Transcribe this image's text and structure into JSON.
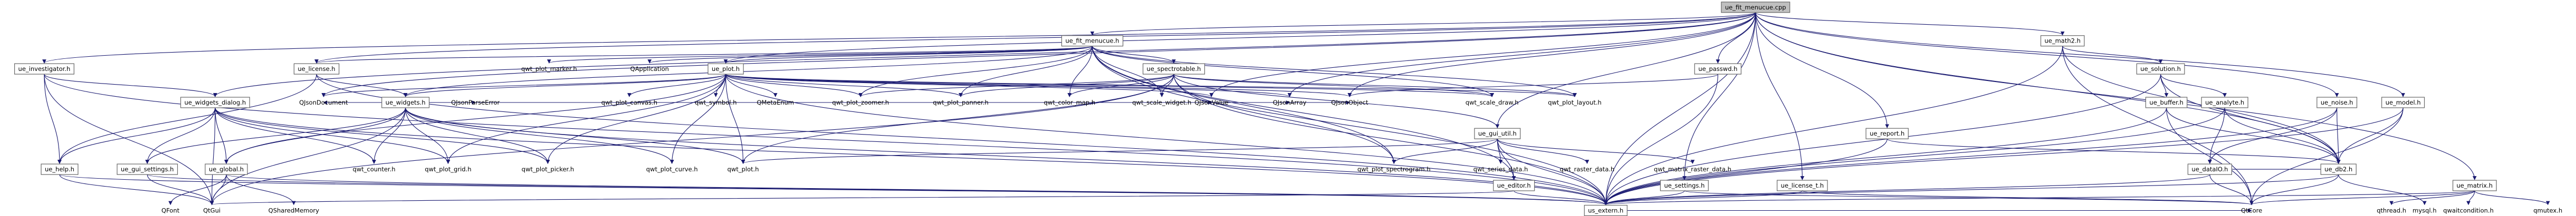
{
  "diagram": {
    "kind": "include-dependency-graph",
    "colors": {
      "root_fill": "#bfbfbf",
      "file_fill": "#ffffff",
      "external_fill": "#ffffff",
      "edge": "#191970",
      "border": "#666666"
    },
    "nodes": [
      {
        "id": "root",
        "label": "ue_fit_menucue.cpp",
        "type": "root"
      },
      {
        "id": "investigator",
        "label": "ue_investigator.h",
        "type": "file"
      },
      {
        "id": "fitmenucue",
        "label": "ue_fit_menucue.h",
        "type": "file"
      },
      {
        "id": "license",
        "label": "ue_license.h",
        "type": "file"
      },
      {
        "id": "plot",
        "label": "ue_plot.h",
        "type": "file"
      },
      {
        "id": "spectrotable",
        "label": "ue_spectrotable.h",
        "type": "file"
      },
      {
        "id": "passwd",
        "label": "ue_passwd.h",
        "type": "file"
      },
      {
        "id": "math2",
        "label": "ue_math2.h",
        "type": "file"
      },
      {
        "id": "solution",
        "label": "ue_solution.h",
        "type": "file"
      },
      {
        "id": "widgetsdialog",
        "label": "ue_widgets_dialog.h",
        "type": "file"
      },
      {
        "id": "widgets",
        "label": "ue_widgets.h",
        "type": "file"
      },
      {
        "id": "guiutil",
        "label": "ue_gui_util.h",
        "type": "file"
      },
      {
        "id": "report",
        "label": "ue_report.h",
        "type": "file"
      },
      {
        "id": "buffer",
        "label": "ue_buffer.h",
        "type": "file"
      },
      {
        "id": "analyte",
        "label": "ue_analyte.h",
        "type": "file"
      },
      {
        "id": "noise",
        "label": "ue_noise.h",
        "type": "file"
      },
      {
        "id": "model",
        "label": "ue_model.h",
        "type": "file"
      },
      {
        "id": "help",
        "label": "ue_help.h",
        "type": "file"
      },
      {
        "id": "guisettings",
        "label": "ue_gui_settings.h",
        "type": "file"
      },
      {
        "id": "global",
        "label": "ue_global.h",
        "type": "file"
      },
      {
        "id": "editor",
        "label": "ue_editor.h",
        "type": "file"
      },
      {
        "id": "settings",
        "label": "ue_settings.h",
        "type": "file"
      },
      {
        "id": "licenset",
        "label": "ue_license_t.h",
        "type": "file"
      },
      {
        "id": "datafd",
        "label": "ue_dataIO.h",
        "type": "file"
      },
      {
        "id": "db2",
        "label": "ue_db2.h",
        "type": "file"
      },
      {
        "id": "matrix",
        "label": "ue_matrix.h",
        "type": "file"
      },
      {
        "id": "extern",
        "label": "us_extern.h",
        "type": "file"
      },
      {
        "id": "qwtplotmarker",
        "label": "qwt_plot_marker.h",
        "type": "external"
      },
      {
        "id": "qapplication",
        "label": "QApplication",
        "type": "external"
      },
      {
        "id": "qjsondocument",
        "label": "QJsonDocument",
        "type": "external"
      },
      {
        "id": "qwtplotcanvas",
        "label": "qwt_plot_canvas.h",
        "type": "external"
      },
      {
        "id": "qwtsymbol",
        "label": "qwt_symbol.h",
        "type": "external"
      },
      {
        "id": "qmetaenum",
        "label": "QMetaEnum",
        "type": "external"
      },
      {
        "id": "qjsonparseerror",
        "label": "QJsonParseError",
        "type": "external"
      },
      {
        "id": "qwtplotzoomer",
        "label": "qwt_plot_zoomer.h",
        "type": "external"
      },
      {
        "id": "qwtplotpanner",
        "label": "qwt_plot_panner.h",
        "type": "external"
      },
      {
        "id": "qwtcolormap",
        "label": "qwt_color_map.h",
        "type": "external"
      },
      {
        "id": "qwtscalewidget",
        "label": "qwt_scale_widget.h",
        "type": "external"
      },
      {
        "id": "qjsonvalue",
        "label": "QJsonValue",
        "type": "external"
      },
      {
        "id": "qjsonarray",
        "label": "QJsonArray",
        "type": "external"
      },
      {
        "id": "qjsonobject",
        "label": "QJsonObject",
        "type": "external"
      },
      {
        "id": "qwtscaledraw",
        "label": "qwt_scale_draw.h",
        "type": "external"
      },
      {
        "id": "qwtplotlayout",
        "label": "qwt_plot_layout.h",
        "type": "external"
      },
      {
        "id": "qwtcounter",
        "label": "qwt_counter.h",
        "type": "external"
      },
      {
        "id": "qwtplotgrid",
        "label": "qwt_plot_grid.h",
        "type": "external"
      },
      {
        "id": "qwtplotpicker",
        "label": "qwt_plot_picker.h",
        "type": "external"
      },
      {
        "id": "qwtplotcurve",
        "label": "qwt_plot_curve.h",
        "type": "external"
      },
      {
        "id": "qwtplot",
        "label": "qwt_plot.h",
        "type": "external"
      },
      {
        "id": "qwtplotspectrogram",
        "label": "qwt_plot_spectrogram.h",
        "type": "external"
      },
      {
        "id": "qwtseriesdata",
        "label": "qwt_series_data.h",
        "type": "external"
      },
      {
        "id": "qwtrasterdata",
        "label": "qwt_raster_data.h",
        "type": "external"
      },
      {
        "id": "qwtmatrixrasterdata",
        "label": "qwt_matrix_raster_data.h",
        "type": "external"
      },
      {
        "id": "qfont",
        "label": "QFont",
        "type": "external"
      },
      {
        "id": "qtgui",
        "label": "QtGui",
        "type": "external"
      },
      {
        "id": "qsharedmemory",
        "label": "QSharedMemory",
        "type": "external"
      },
      {
        "id": "qtcore",
        "label": "QtCore",
        "type": "external"
      },
      {
        "id": "mysql",
        "label": "mysql.h",
        "type": "external"
      },
      {
        "id": "qthread",
        "label": "qthread.h",
        "type": "external"
      },
      {
        "id": "qwaitcondition",
        "label": "qwaitcondition.h",
        "type": "external"
      },
      {
        "id": "qmutex",
        "label": "qmutex.h",
        "type": "external"
      }
    ],
    "edges": [
      [
        "root",
        "investigator"
      ],
      [
        "root",
        "fitmenucue"
      ],
      [
        "root",
        "license"
      ],
      [
        "root",
        "plot"
      ],
      [
        "root",
        "passwd"
      ],
      [
        "root",
        "math2"
      ],
      [
        "root",
        "report"
      ],
      [
        "root",
        "guiutil"
      ],
      [
        "root",
        "settings"
      ],
      [
        "root",
        "licenset"
      ],
      [
        "root",
        "noise"
      ],
      [
        "root",
        "model"
      ],
      [
        "root",
        "matrix"
      ],
      [
        "root",
        "widgetsdialog"
      ],
      [
        "root",
        "qjsondocument"
      ],
      [
        "root",
        "qjsonobject"
      ],
      [
        "root",
        "qjsonvalue"
      ],
      [
        "root",
        "qjsonarray"
      ],
      [
        "root",
        "db2"
      ],
      [
        "root",
        "extern"
      ],
      [
        "investigator",
        "widgetsdialog"
      ],
      [
        "investigator",
        "help"
      ],
      [
        "investigator",
        "qtgui"
      ],
      [
        "investigator",
        "extern"
      ],
      [
        "fitmenucue",
        "plot"
      ],
      [
        "fitmenucue",
        "spectrotable"
      ],
      [
        "fitmenucue",
        "widgets"
      ],
      [
        "fitmenucue",
        "license"
      ],
      [
        "fitmenucue",
        "qwtplotmarker"
      ],
      [
        "fitmenucue",
        "qapplication"
      ],
      [
        "fitmenucue",
        "qwtplotzoomer"
      ],
      [
        "fitmenucue",
        "qwtplotpanner"
      ],
      [
        "fitmenucue",
        "qwtcolormap"
      ],
      [
        "fitmenucue",
        "qwtscalewidget"
      ],
      [
        "fitmenucue",
        "qwtscaledraw"
      ],
      [
        "fitmenucue",
        "qwtplotlayout"
      ],
      [
        "fitmenucue",
        "editor"
      ],
      [
        "fitmenucue",
        "extern"
      ],
      [
        "fitmenucue",
        "qwtplotspectrogram"
      ],
      [
        "license",
        "widgets"
      ],
      [
        "license",
        "help"
      ],
      [
        "license",
        "extern"
      ],
      [
        "plot",
        "widgets"
      ],
      [
        "plot",
        "qwtplotcanvas"
      ],
      [
        "plot",
        "qwtsymbol"
      ],
      [
        "plot",
        "qmetaenum"
      ],
      [
        "plot",
        "qjsondocument"
      ],
      [
        "plot",
        "qwtplotzoomer"
      ],
      [
        "plot",
        "qwtplotpanner"
      ],
      [
        "plot",
        "qwtplotgrid"
      ],
      [
        "plot",
        "qwtplotcurve"
      ],
      [
        "plot",
        "qwtplot"
      ],
      [
        "plot",
        "qwtplotpicker"
      ],
      [
        "plot",
        "global"
      ],
      [
        "plot",
        "extern"
      ],
      [
        "plot",
        "qwtscaledraw"
      ],
      [
        "plot",
        "qwtplotlayout"
      ],
      [
        "plot",
        "qjsonvalue"
      ],
      [
        "plot",
        "qjsonarray"
      ],
      [
        "plot",
        "qjsonobject"
      ],
      [
        "spectrotable",
        "qwtcolormap"
      ],
      [
        "spectrotable",
        "qwtscalewidget"
      ],
      [
        "spectrotable",
        "qwtplotspectrogram"
      ],
      [
        "spectrotable",
        "qwtplot"
      ],
      [
        "spectrotable",
        "qwtscaledraw"
      ],
      [
        "spectrotable",
        "qwtplotlayout"
      ],
      [
        "spectrotable",
        "extern"
      ],
      [
        "spectrotable",
        "qwtplotzoomer"
      ],
      [
        "spectrotable",
        "qwtplotpanner"
      ],
      [
        "spectrotable",
        "qtgui"
      ],
      [
        "spectrotable",
        "guiutil"
      ],
      [
        "passwd",
        "extern"
      ],
      [
        "passwd",
        "qjsonobject"
      ],
      [
        "math2",
        "solution"
      ],
      [
        "math2",
        "db2"
      ],
      [
        "math2",
        "extern"
      ],
      [
        "math2",
        "qtcore"
      ],
      [
        "solution",
        "buffer"
      ],
      [
        "solution",
        "analyte"
      ],
      [
        "solution",
        "db2"
      ],
      [
        "solution",
        "extern"
      ],
      [
        "widgetsdialog",
        "guisettings"
      ],
      [
        "widgetsdialog",
        "global"
      ],
      [
        "widgetsdialog",
        "help"
      ],
      [
        "widgetsdialog",
        "qwtcounter"
      ],
      [
        "widgetsdialog",
        "qwtplotgrid"
      ],
      [
        "widgetsdialog",
        "extern"
      ],
      [
        "widgetsdialog",
        "qtgui"
      ],
      [
        "widgetsdialog",
        "qwtplotpicker"
      ],
      [
        "widgets",
        "guisettings"
      ],
      [
        "widgets",
        "global"
      ],
      [
        "widgets",
        "qwtcounter"
      ],
      [
        "widgets",
        "qwtplotgrid"
      ],
      [
        "widgets",
        "qwtplotpicker"
      ],
      [
        "widgets",
        "qwtplotcurve"
      ],
      [
        "widgets",
        "qwtplot"
      ],
      [
        "widgets",
        "extern"
      ],
      [
        "widgets",
        "qjsonparseerror"
      ],
      [
        "widgets",
        "qjsondocument"
      ],
      [
        "widgets",
        "qjsonvalue"
      ],
      [
        "widgets",
        "qjsonarray"
      ],
      [
        "widgets",
        "qjsonobject"
      ],
      [
        "widgets",
        "qtgui"
      ],
      [
        "guiutil",
        "qwtplot"
      ],
      [
        "guiutil",
        "qwtplotspectrogram"
      ],
      [
        "guiutil",
        "qwtseriesdata"
      ],
      [
        "guiutil",
        "qwtrasterdata"
      ],
      [
        "guiutil",
        "qwtmatrixrasterdata"
      ],
      [
        "guiutil",
        "extern"
      ],
      [
        "guiutil",
        "editor"
      ],
      [
        "report",
        "db2"
      ],
      [
        "report",
        "extern"
      ],
      [
        "buffer",
        "db2"
      ],
      [
        "buffer",
        "extern"
      ],
      [
        "buffer",
        "qtcore"
      ],
      [
        "analyte",
        "db2"
      ],
      [
        "analyte",
        "datafd"
      ],
      [
        "analyte",
        "extern"
      ],
      [
        "noise",
        "db2"
      ],
      [
        "noise",
        "datafd"
      ],
      [
        "noise",
        "extern"
      ],
      [
        "model",
        "db2"
      ],
      [
        "model",
        "extern"
      ],
      [
        "model",
        "qtcore"
      ],
      [
        "help",
        "qtgui"
      ],
      [
        "help",
        "extern"
      ],
      [
        "guisettings",
        "qtgui"
      ],
      [
        "guisettings",
        "extern"
      ],
      [
        "global",
        "qfont"
      ],
      [
        "global",
        "qsharedmemory"
      ],
      [
        "global",
        "qtgui"
      ],
      [
        "global",
        "extern"
      ],
      [
        "editor",
        "extern"
      ],
      [
        "editor",
        "qtgui"
      ],
      [
        "settings",
        "extern"
      ],
      [
        "settings",
        "qtcore"
      ],
      [
        "licenset",
        "extern"
      ],
      [
        "licenset",
        "qtcore"
      ],
      [
        "datafd",
        "db2"
      ],
      [
        "datafd",
        "extern"
      ],
      [
        "datafd",
        "qtcore"
      ],
      [
        "db2",
        "mysql"
      ],
      [
        "db2",
        "extern"
      ],
      [
        "db2",
        "qtcore"
      ],
      [
        "matrix",
        "qthread"
      ],
      [
        "matrix",
        "qwaitcondition"
      ],
      [
        "matrix",
        "qmutex"
      ],
      [
        "matrix",
        "extern"
      ],
      [
        "matrix",
        "qtcore"
      ],
      [
        "extern",
        "qtcore"
      ]
    ]
  }
}
